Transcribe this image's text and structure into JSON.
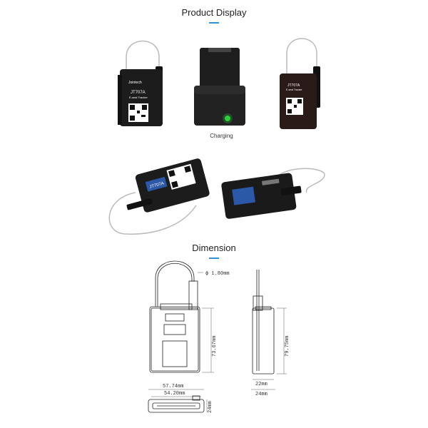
{
  "sections": {
    "product_display_title": "Product Display",
    "charging_caption": "Charging",
    "dimension_title": "Dimension"
  },
  "device": {
    "brand": "Jointech",
    "model": "JT707A",
    "subtitle": "E-seal Tracker"
  },
  "dimensions": {
    "cable_diameter": "ϕ 1.80mm",
    "body_height": "73.67mm",
    "total_height": "79.75mm",
    "side_width_inner": "22mm",
    "side_width_outer": "24mm",
    "width_outer": "57.74mm",
    "width_inner": "54.20mm",
    "bottom_height": "24mm"
  },
  "colors": {
    "accent": "#2f8fd8",
    "device_black": "#1c1c1c",
    "device_brown": "#2a1a18",
    "led_green": "#2bd13a"
  }
}
